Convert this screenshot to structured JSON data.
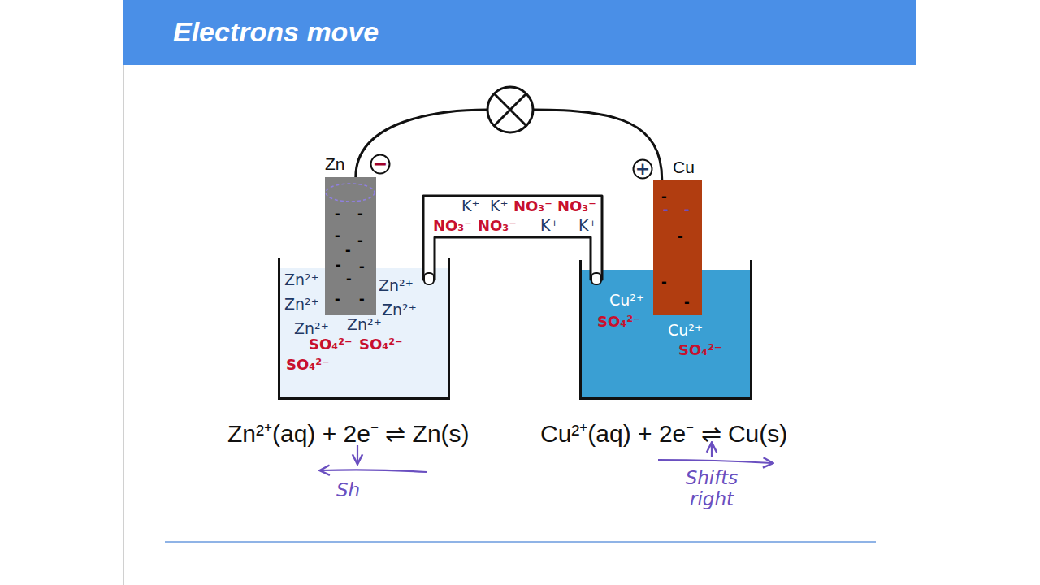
{
  "diagram": {
    "title": "Electrons move",
    "nodes": [
      {
        "text": [
          "Zn²⁺",
          "Zn²⁺",
          "Zn²⁺",
          "Zn²⁺",
          "Zn²⁺",
          "Zn²⁺",
          "SO₄²⁻",
          "SO₄²⁻",
          "SO₄²⁻"
        ]
      },
      {
        "text": [
          "Cu²⁺",
          "SO₄²⁻",
          "Cu²⁺",
          "SO₄²⁻"
        ]
      },
      {
        "text": [
          "Zn",
          "-",
          "-",
          "-",
          "-",
          "-",
          "-",
          "-",
          "-",
          "-",
          "-"
        ]
      },
      {
        "text": [
          "−"
        ]
      },
      {
        "text": [
          "K⁺",
          "K⁺",
          "NO₃⁻",
          "NO₃⁻",
          "NO₃⁻",
          "NO₃⁻",
          "K⁺",
          "K⁺"
        ]
      },
      {
        "text": [
          "Cu",
          "-",
          "-",
          "-",
          "-",
          "-",
          "-"
        ]
      },
      {
        "text": [
          "+"
        ]
      }
    ],
    "edges": [
      {
        "from": 2,
        "to": 5,
        "arrow": "none"
      }
    ],
    "labels": [
      "Zn²⁺(aq) + 2e⁻ ⇌ Zn(s)",
      "Cu²⁺(aq) + 2e⁻ ⇌ Cu(s)",
      "Sh",
      "Shifts right"
    ]
  }
}
